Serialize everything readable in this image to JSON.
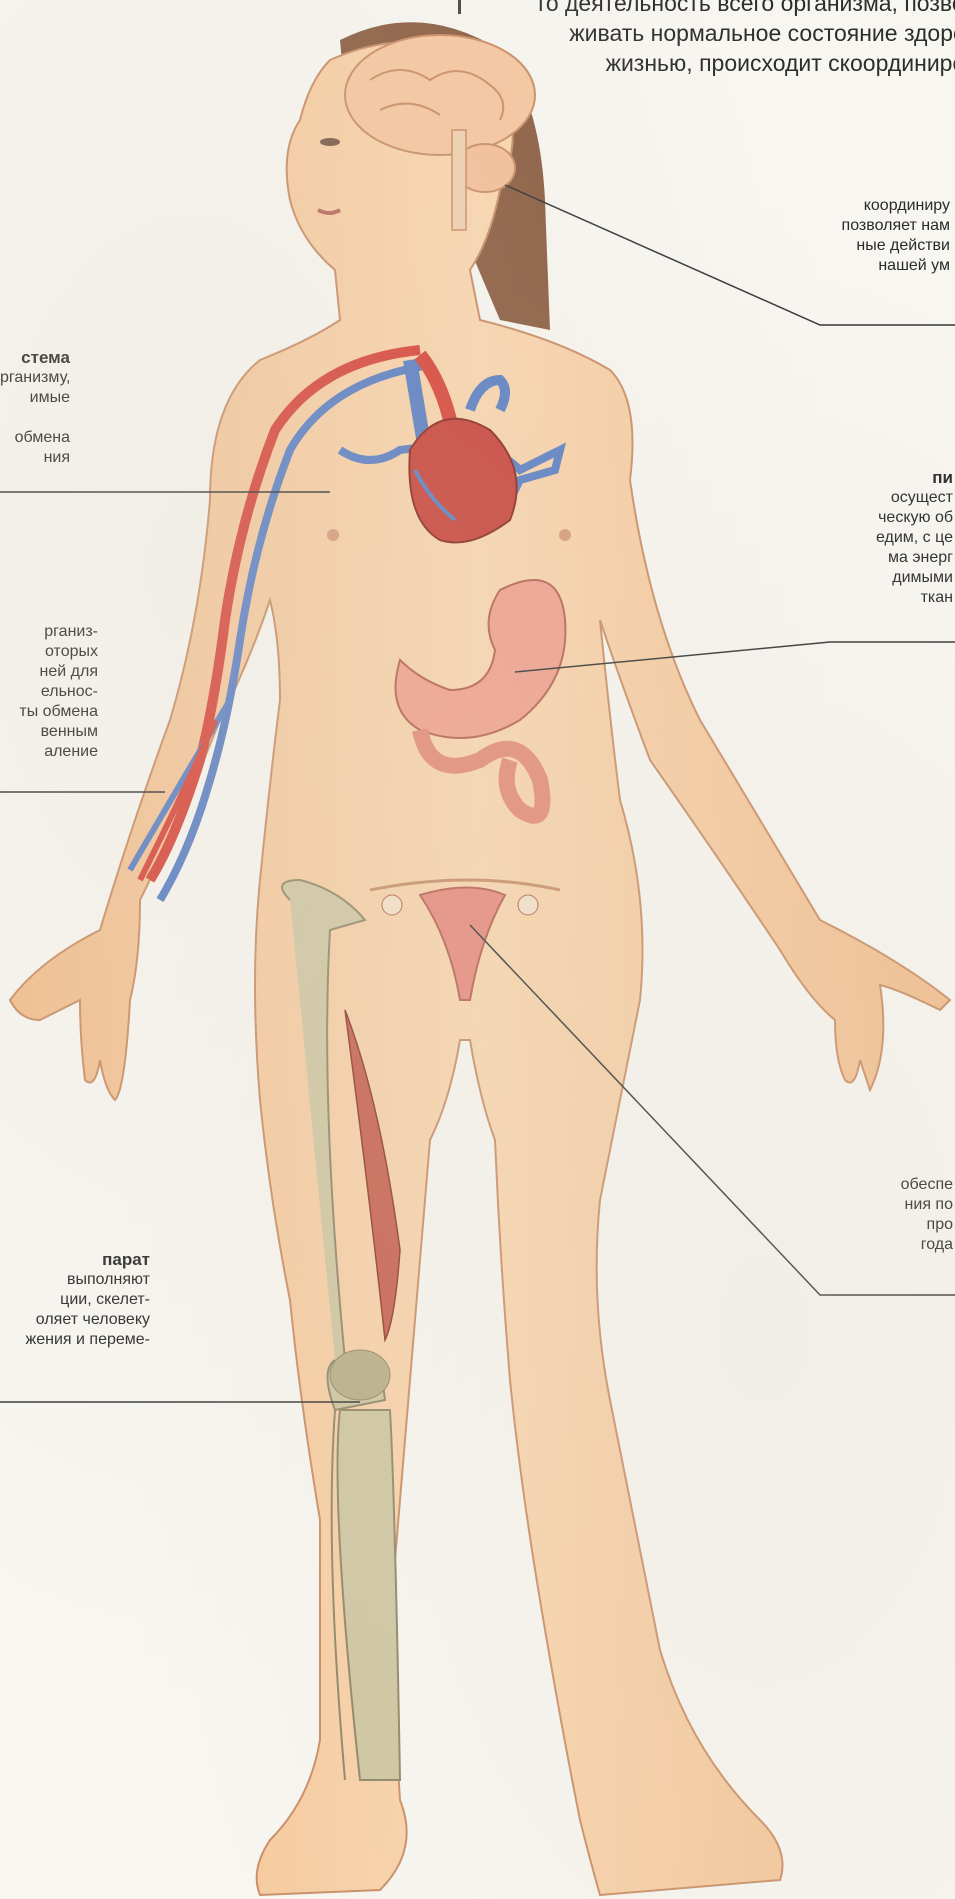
{
  "intro_text": [
    "то деятельность всего организма, позволя",
    "живать нормальное состояние здоровь",
    "жизнью, происходит скоординирова"
  ],
  "callouts": {
    "nervous": {
      "lines": [
        "координиру",
        "позволяет нам",
        "ные действи",
        "нашей ум"
      ]
    },
    "circulatory": {
      "title": "стема",
      "lines": [
        "рганизму,",
        "имые",
        "",
        "обмена",
        "ния"
      ]
    },
    "vessels": {
      "lines": [
        "рганиз-",
        "оторых",
        "ней для",
        "ельнос-",
        "ты обмена",
        "венным",
        "аление"
      ]
    },
    "digestive": {
      "title": "пи",
      "lines": [
        "осущест",
        "ческую об",
        "едим, с це",
        "ма энерг",
        "димыми",
        "ткан"
      ]
    },
    "reproductive": {
      "lines": [
        "обеспе",
        "ния по",
        "про",
        "года"
      ]
    },
    "musculoskeletal": {
      "title": "парат",
      "lines": [
        "выполняют",
        "ции, скелет-",
        "оляет человеку",
        "жения и переме-"
      ]
    }
  },
  "colors": {
    "skin": "#f7cfa3",
    "skin_shadow": "#e8ad80",
    "artery": "#d8453a",
    "vein": "#5b7fc4",
    "bone": "#cfc6a2",
    "muscle": "#c8604e",
    "stomach": "#f2a08e",
    "brain": "#f6c6a0",
    "hair": "#8b5e43"
  }
}
